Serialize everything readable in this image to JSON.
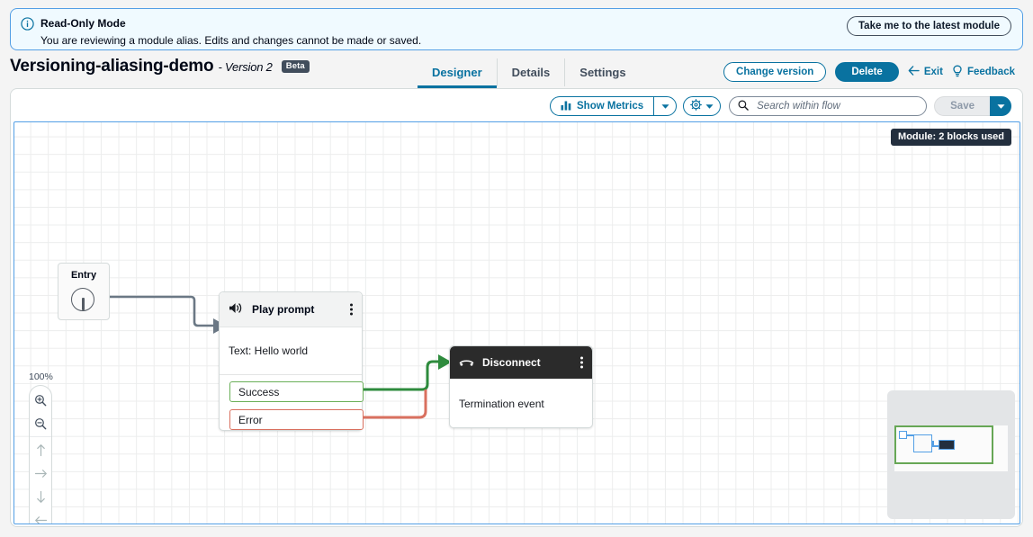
{
  "banner": {
    "icon": "info-circle-icon",
    "title": "Read-Only Mode",
    "description": "You are reviewing a module alias. Edits and changes cannot be made or saved.",
    "action_label": "Take me to the latest module"
  },
  "header": {
    "title": "Versioning-aliasing-demo",
    "version": "- Version 2",
    "badge": "Beta",
    "tabs": [
      {
        "label": "Designer",
        "active": true
      },
      {
        "label": "Details",
        "active": false
      },
      {
        "label": "Settings",
        "active": false
      }
    ],
    "actions": {
      "change_version": "Change version",
      "delete": "Delete",
      "exit": "Exit",
      "feedback": "Feedback"
    }
  },
  "toolbar": {
    "show_metrics": "Show Metrics",
    "metrics_caret": "▼",
    "gear_caret": "▼",
    "search_placeholder": "Search within flow",
    "search_value": "",
    "save": "Save",
    "save_caret": "▼"
  },
  "canvas": {
    "module_badge": "Module: 2 blocks used",
    "zoom_level": "100%",
    "nodes": [
      {
        "id": "entry",
        "type": "entry",
        "label": "Entry"
      },
      {
        "id": "play-prompt",
        "type": "block",
        "title": "Play prompt",
        "icon": "speaker-icon",
        "body": "Text: Hello world",
        "ports": [
          {
            "label": "Success",
            "color": "#6aaf58"
          },
          {
            "label": "Error",
            "color": "#d9705f"
          }
        ]
      },
      {
        "id": "disconnect",
        "type": "block",
        "title": "Disconnect",
        "icon": "phone-hangup-icon",
        "body": "Termination event",
        "ports": []
      }
    ],
    "edges": [
      {
        "from": "entry",
        "to": "play-prompt",
        "color": "#6b7885"
      },
      {
        "from": "play-prompt.Success",
        "to": "disconnect",
        "color": "#2e8b3d"
      },
      {
        "from": "play-prompt.Error",
        "to": "disconnect",
        "color": "#d9705f"
      }
    ]
  },
  "colors": {
    "accent": "#0972a0",
    "banner_bg": "#f0faff",
    "banner_border": "#539fe5",
    "success": "#6aaf58",
    "error": "#d9705f",
    "dark_header": "#2b2b2b",
    "badge_bg": "#232f3e"
  }
}
